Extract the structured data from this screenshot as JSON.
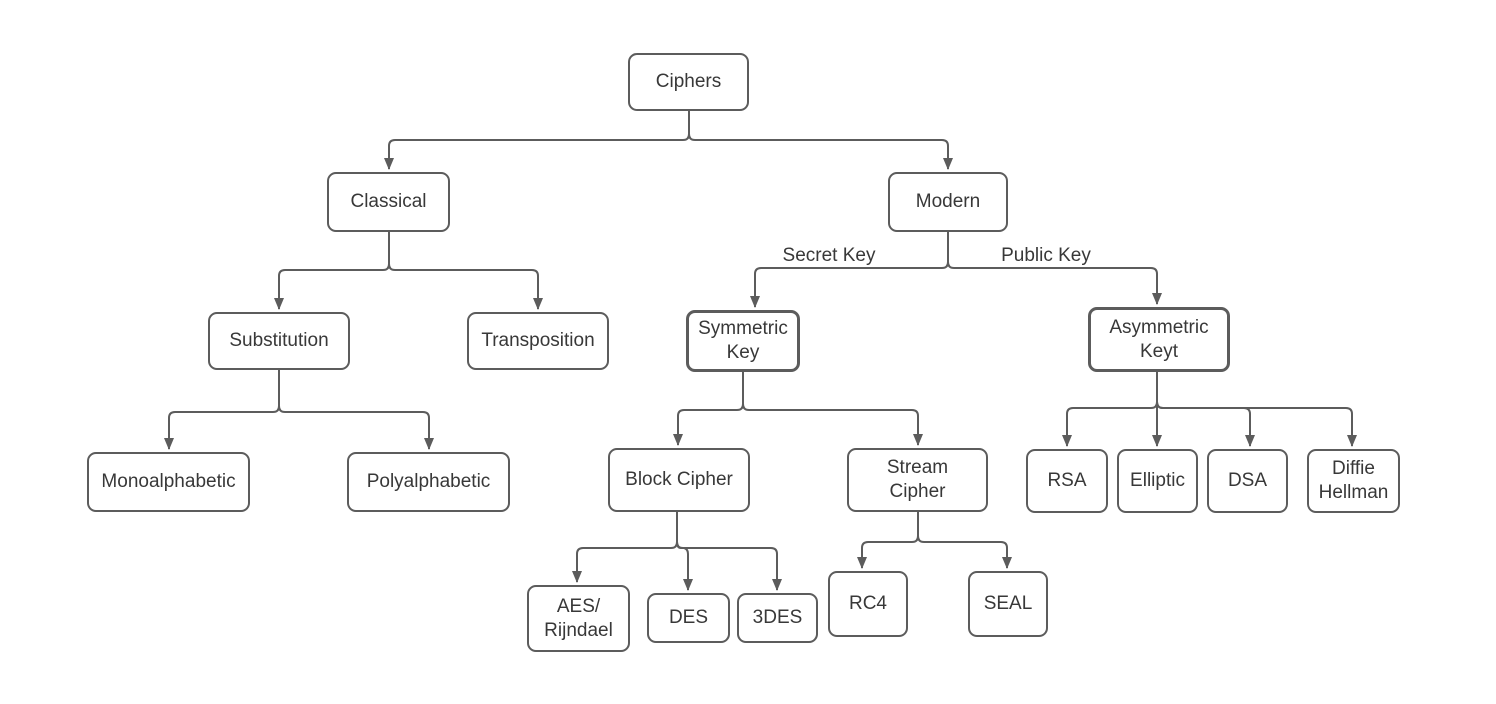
{
  "diagram": {
    "nodes": {
      "ciphers": "Ciphers",
      "classical": "Classical",
      "modern": "Modern",
      "substitution": "Substitution",
      "transposition": "Transposition",
      "symmetric_key": "Symmetric\nKey",
      "asymmetric_key": "Asymmetric\nKeyt",
      "monoalphabetic": "Monoalphabetic",
      "polyalphabetic": "Polyalphabetic",
      "block_cipher": "Block Cipher",
      "stream_cipher": "Stream\nCipher",
      "aes_rijndael": "AES/\nRijndael",
      "des": "DES",
      "triple_des": "3DES",
      "rc4": "RC4",
      "seal": "SEAL",
      "rsa": "RSA",
      "elliptic": "Elliptic",
      "dsa": "DSA",
      "diffie_hellman": "Diffie\nHellman"
    },
    "edge_labels": {
      "secret_key": "Secret Key",
      "public_key": "Public Key"
    },
    "colors": {
      "background": "#ffffff",
      "node_fill": "#ffffff",
      "stroke": "#5c5c5c",
      "text": "#383838"
    }
  }
}
